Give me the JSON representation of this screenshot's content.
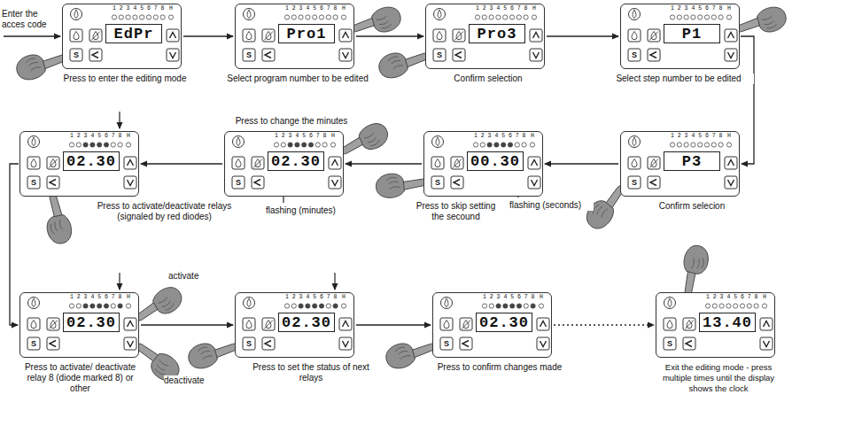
{
  "diagram": {
    "nodes": [
      {
        "text": [
          "EdPr",
          "1 2 3 4 5 6 7 8",
          "H",
          "S",
          "Press to enter the editing mode"
        ]
      },
      {
        "text": [
          "Pro1",
          "1 2 3 4 5 6 7 8",
          "H",
          "S",
          "Select program number to be edited"
        ]
      },
      {
        "text": [
          "Pro3",
          "1 2 3 4 5 6 7 8",
          "H",
          "S",
          "Confirm selection"
        ]
      },
      {
        "text": [
          "P1",
          "1 2 3 4 5 6 7 8",
          "H",
          "S",
          "Select step number to be edited"
        ]
      },
      {
        "text": [
          "P3",
          "1 2 3 4 5 6 7 8",
          "H",
          "S",
          "Confirm selecion"
        ]
      },
      {
        "text": [
          "00.30",
          "1 2 3 4 5 6 7 8",
          "H",
          "S",
          "Press to skip setting the secound"
        ]
      },
      {
        "text": [
          "02.30",
          "1 2 3 4 5 6 7 8",
          "H",
          "S",
          "Press to change the minutes"
        ]
      },
      {
        "text": [
          "02.30",
          "1 2 3 4 5 6 7 8",
          "H",
          "S",
          "Press to activate/deactivate relays (signaled by red diodes)"
        ]
      },
      {
        "text": [
          "02.30",
          "1 2 3 4 5 6 7 8",
          "H",
          "S",
          "Press to activate/ deactivate relay 8 (diode marked 8) or other"
        ]
      },
      {
        "text": [
          "02.30",
          "1 2 3 4 5 6 7 8",
          "H",
          "S",
          "Press to set the status of next relays"
        ]
      },
      {
        "text": [
          "02.30",
          "1 2 3 4 5 6 7 8",
          "H",
          "S",
          "Press to confirm changes made"
        ]
      },
      {
        "text": [
          "13.40",
          "1 2 3 4 5 6 7 8",
          "H",
          "S",
          "Exit the editing mode - press multiple times until the display shows the clock"
        ]
      }
    ],
    "edges": [
      {
        "from": 0,
        "to": 1,
        "arrow": "to"
      },
      {
        "from": 1,
        "to": 2,
        "arrow": "to"
      },
      {
        "from": 2,
        "to": 3,
        "arrow": "to"
      },
      {
        "from": 3,
        "to": 4,
        "arrow": "to"
      },
      {
        "from": 4,
        "to": 5,
        "arrow": "to"
      },
      {
        "from": 5,
        "to": 6,
        "arrow": "to"
      },
      {
        "from": 6,
        "to": 7,
        "arrow": "to"
      },
      {
        "from": 7,
        "to": 8,
        "arrow": "to"
      },
      {
        "from": 8,
        "to": 9,
        "arrow": "to"
      },
      {
        "from": 9,
        "to": 10,
        "arrow": "to"
      },
      {
        "from": 10,
        "to": 11,
        "arrow": "to"
      }
    ],
    "labels": [
      "Enter the acces code",
      "flashing (seconds)",
      "flashing (minutes)",
      "activate",
      "deactivate"
    ]
  }
}
